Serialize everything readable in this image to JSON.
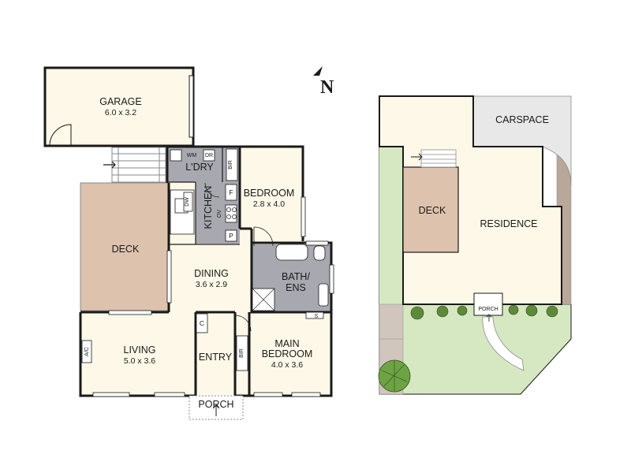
{
  "compass": {
    "letter": "N"
  },
  "floor_plan": {
    "rooms": {
      "garage": {
        "name": "GARAGE",
        "dims": "6.0 x 3.2"
      },
      "laundry": {
        "name": "L'DRY",
        "wm": "WM",
        "dr": "DR"
      },
      "kitchen": {
        "name": "KITCHEN",
        "dw": "DW",
        "ov": "OV",
        "f": "F",
        "p": "P"
      },
      "bedroom": {
        "name": "BEDROOM",
        "dims": "2.8 x 4.0",
        "bir": "BIR"
      },
      "deck": {
        "name": "DECK"
      },
      "dining": {
        "name": "DINING",
        "dims": "3.6 x 2.9"
      },
      "bath": {
        "name_line1": "BATH/",
        "name_line2": "ENS",
        "s": "S"
      },
      "living": {
        "name": "LIVING",
        "dims": "5.0 x 3.6",
        "ac": "A/C"
      },
      "entry": {
        "name": "ENTRY",
        "c": "C"
      },
      "main_bedroom": {
        "name_line1": "MAIN",
        "name_line2": "BEDROOM",
        "dims": "4.0 x 3.6",
        "bir": "BIR"
      },
      "porch": {
        "name": "PORCH"
      }
    }
  },
  "site_plan": {
    "carspace": "CARSPACE",
    "deck": "DECK",
    "residence": "RESIDENCE",
    "porch": "PORCH"
  },
  "colors": {
    "wall": "#1a1a1a",
    "room_fill": "#fdf8e8",
    "deck_fill": "#ddc2ad",
    "wet_area_fill": "#a8a8b0",
    "garden_fill": "#d6e8c2",
    "carspace_fill": "#e8e8e8",
    "driveway_fill": "#b9a89a",
    "paved_fill": "#d0c6bd"
  }
}
